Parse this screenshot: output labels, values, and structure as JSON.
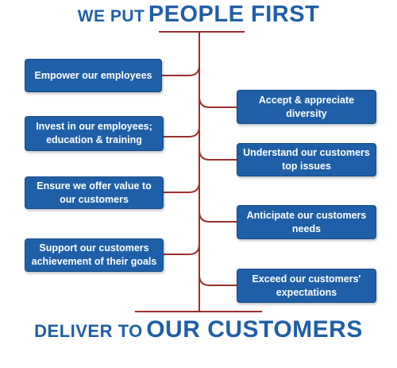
{
  "header": {
    "prefix": "WE PUT",
    "emphasis": "PEOPLE FIRST"
  },
  "footer": {
    "prefix": "DELIVER TO",
    "emphasis": "OUR CUSTOMERS"
  },
  "left_items": [
    {
      "label": "Empower our employees"
    },
    {
      "label": "Invest in our employees; education & training"
    },
    {
      "label": "Ensure we offer value to our customers"
    },
    {
      "label": "Support our customers achievement of their goals"
    }
  ],
  "right_items": [
    {
      "label": "Accept & appreciate diversity"
    },
    {
      "label": "Understand our customers top issues"
    },
    {
      "label": "Anticipate our customers needs"
    },
    {
      "label": "Exceed our customers' expectations"
    }
  ],
  "colors": {
    "accent": "#1f5fa8",
    "connector": "#9c2f2f"
  }
}
